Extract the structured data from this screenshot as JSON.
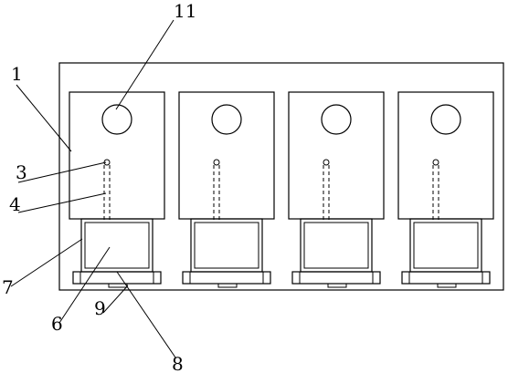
{
  "diagram": {
    "units": [
      {
        "unit": 1
      },
      {
        "unit": 2
      },
      {
        "unit": 3
      },
      {
        "unit": 4
      }
    ],
    "labels": {
      "housing": "1",
      "rod_top": "3",
      "rod": "4",
      "tray_body": "6",
      "tray_frame": "7",
      "base_block": "8",
      "base_plate": "9",
      "hole": "11"
    }
  }
}
